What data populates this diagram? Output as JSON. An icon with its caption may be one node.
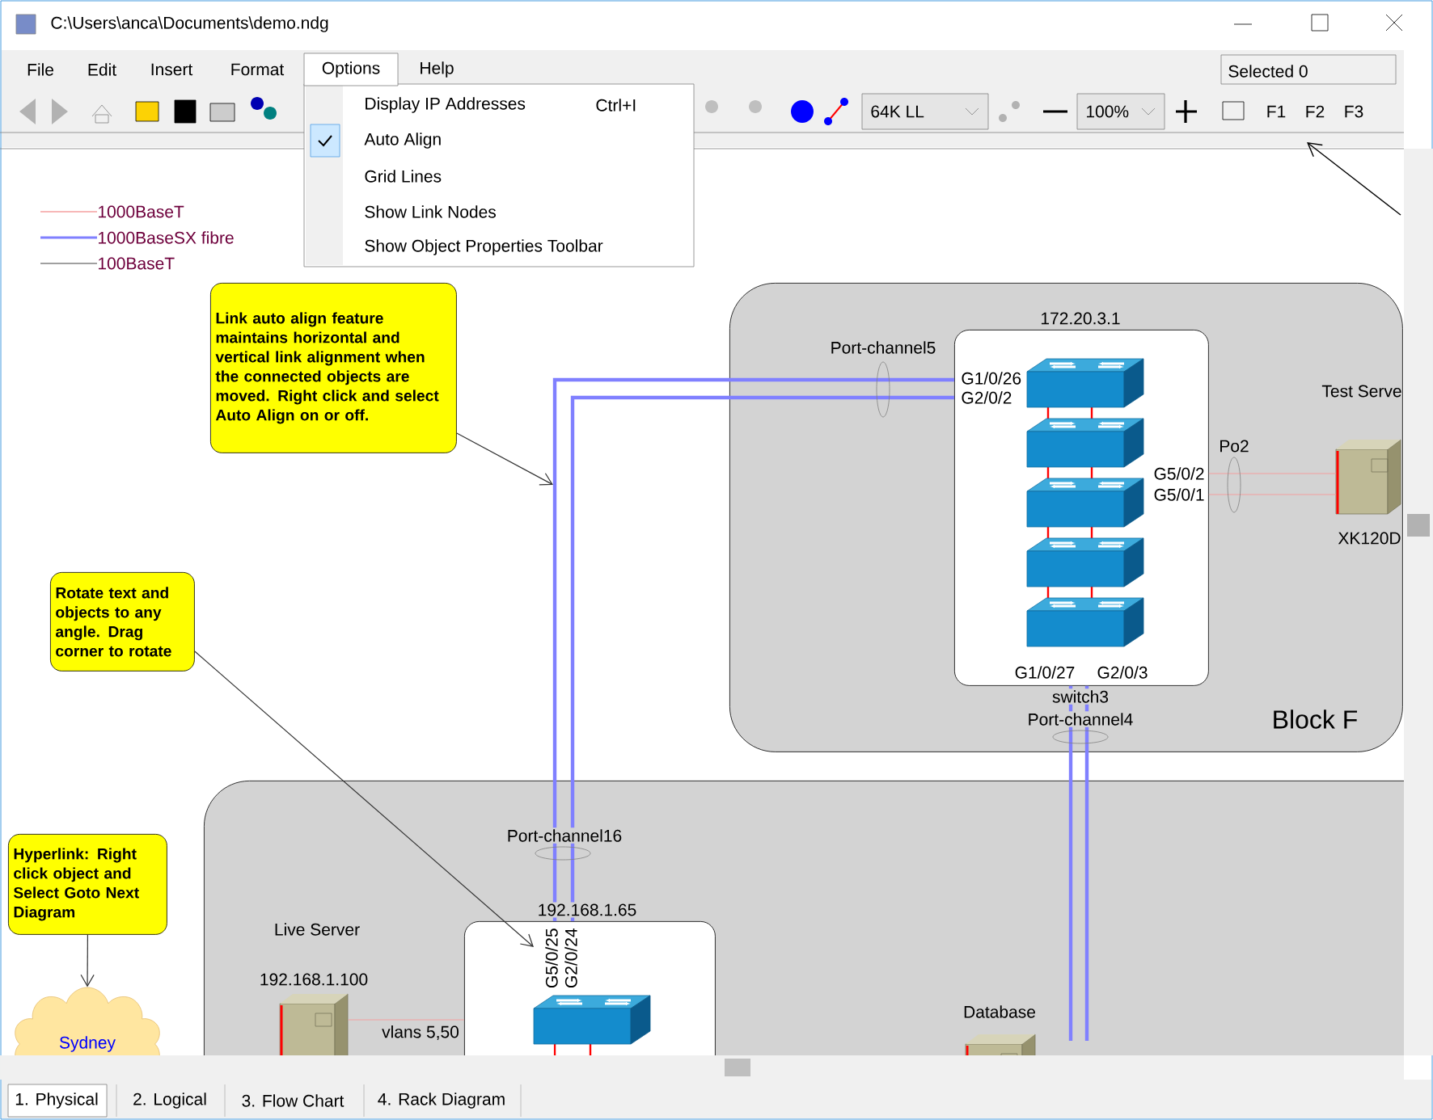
{
  "diagram": {
    "nodes": [
      {
        "text": [
          "Block F"
        ]
      },
      {
        "text": [
          "172.20.3.1",
          "switch3"
        ],
        "in": 0
      },
      {
        "text": [
          "Test Serve",
          "XK120D"
        ],
        "in": 0
      },
      {
        "text": [],
        "shape": "box"
      },
      {
        "text": [
          "192.168.1.65"
        ],
        "in": 3
      },
      {
        "text": [
          "Live Server",
          "192.168.1.100"
        ],
        "in": 3
      },
      {
        "text": [
          "Database"
        ],
        "in": 3
      },
      {
        "text": [
          "Link auto align feature maintains horizontal and vertical link alignment when the connected objects are moved. Right click and select Auto Align on or off."
        ]
      },
      {
        "text": [
          "Rotate text and objects to any angle. Drag corner to rotate"
        ]
      },
      {
        "text": [
          "Hyperlink: Right click object and Select Goto Next Diagram"
        ]
      },
      {
        "text": [
          "Sydney"
        ]
      }
    ],
    "edges": [
      {
        "from": 1,
        "to": 4,
        "arrow": "none",
        "style": "thick",
        "color": "#8080ff"
      },
      {
        "from": 1,
        "to": 4,
        "arrow": "none",
        "style": "thick",
        "color": "#8080ff"
      },
      {
        "from": 1,
        "to": null,
        "arrow": "none",
        "style": "thick",
        "color": "#8080ff"
      },
      {
        "from": 1,
        "to": null,
        "arrow": "none",
        "style": "thick",
        "color": "#8080ff"
      },
      {
        "from": 1,
        "to": 2,
        "arrow": "none",
        "color": "#f4a0a0"
      },
      {
        "from": 1,
        "to": 2,
        "arrow": "none",
        "color": "#f4a0a0"
      },
      {
        "from": 5,
        "to": 4,
        "arrow": "none",
        "color": "#f4a0a0",
        "label": "vlans 5,50"
      },
      {
        "from": 7,
        "to": null,
        "arrow": "to",
        "color": "#333333"
      },
      {
        "from": 8,
        "to": 4,
        "arrow": "to",
        "color": "#333333"
      },
      {
        "from": 9,
        "to": 10,
        "arrow": "to",
        "color": "#333333"
      }
    ],
    "labels": [
      "C:\\Users\\anca\\Documents\\demo.ndg",
      "File",
      "Edit",
      "Insert",
      "Format",
      "Options",
      "Help",
      "Selected 0",
      "Display IP Addresses",
      "Ctrl+I",
      "64K LL",
      "100%",
      "F1",
      "F2",
      "F3",
      "Auto Align",
      "Grid Lines",
      "Show Link Nodes",
      "Show Object Properties Toolbar",
      "Port-channel5",
      "G1/0/26",
      "G2/0/2",
      "Po2",
      "G5/0/2",
      "G5/0/1",
      "G1/0/27",
      "G2/0/3",
      "Port-channel4",
      "Port-channel16",
      "G5/0/25",
      "G2/0/24",
      "1. Physical",
      "2. Logical",
      "3. Flow Chart",
      "4. Rack Diagram"
    ],
    "legend": [
      {
        "text": "1000BaseT"
      },
      {
        "text": "1000BaseSX fibre"
      },
      {
        "text": "100BaseT"
      }
    ]
  }
}
